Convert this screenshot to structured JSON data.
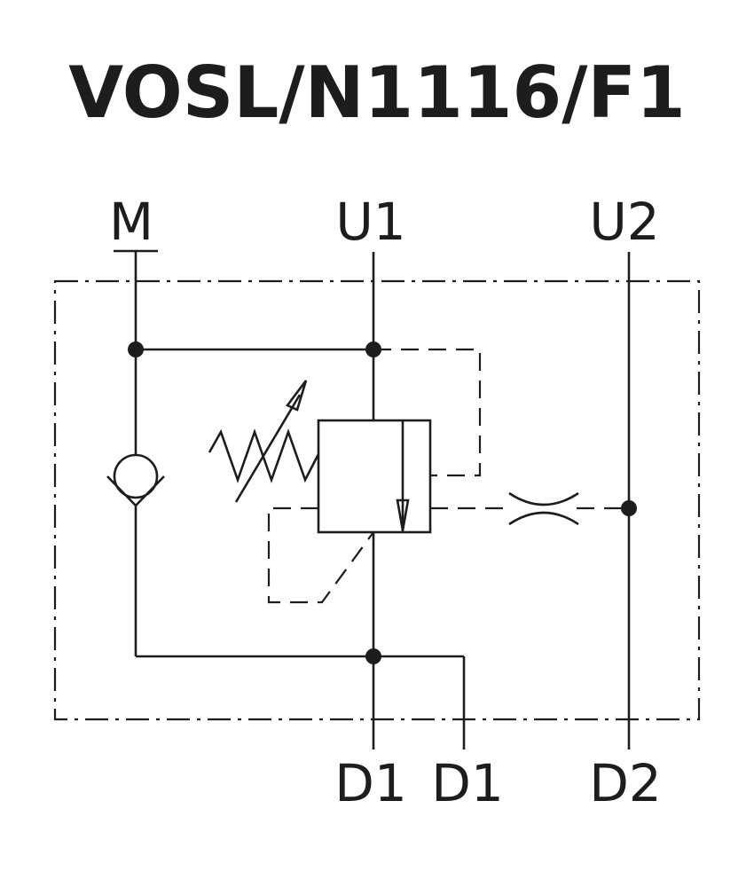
{
  "title": "VOSL/N1116/F1",
  "ports": {
    "m": "M",
    "u1": "U1",
    "u2": "U2",
    "d1_left": "D1",
    "d1_right": "D1",
    "d2": "D2"
  },
  "colors": {
    "ink": "#1d1d1b",
    "background": "#ffffff"
  }
}
